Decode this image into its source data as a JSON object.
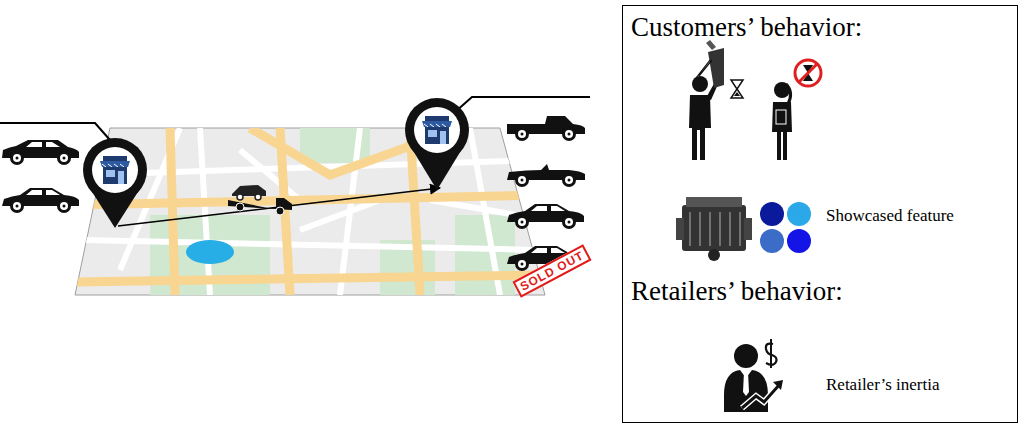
{
  "diagram": {
    "nodes": [
      {
        "text": [
          "Customers’ behavior:",
          "Showcased feature",
          "Retailers’ behavior:",
          "Retailer’s inertia"
        ]
      }
    ],
    "labels": [
      "SOLD OUT"
    ]
  }
}
